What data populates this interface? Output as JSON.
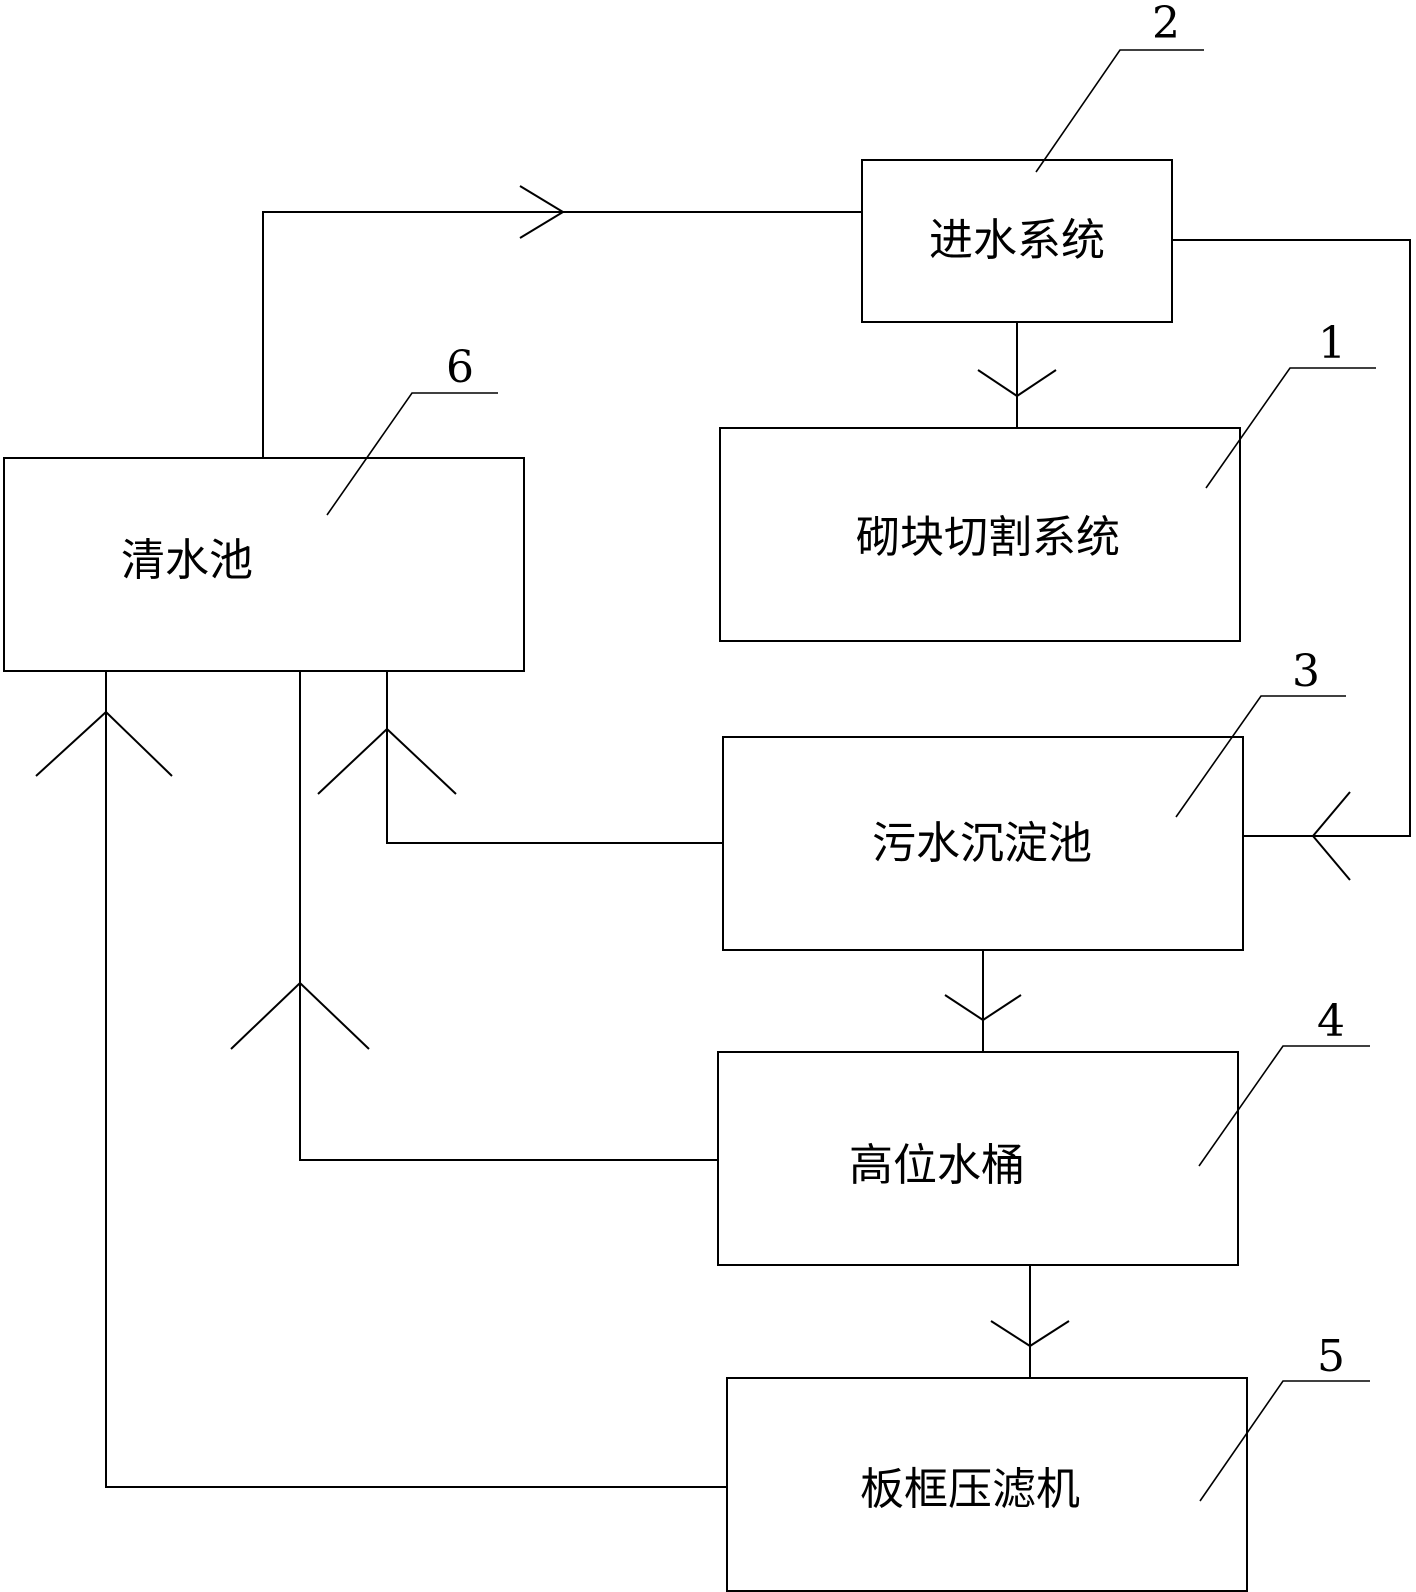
{
  "nodes": {
    "cutting": {
      "label": "砌块切割系统",
      "number": "1"
    },
    "water_inlet": {
      "label": "进水系统",
      "number": "2"
    },
    "sewage_tank": {
      "label": "污水沉淀池",
      "number": "3"
    },
    "high_bucket": {
      "label": "高位水桶",
      "number": "4"
    },
    "filter_press": {
      "label": "板框压滤机",
      "number": "5"
    },
    "clear_pool": {
      "label": "清水池",
      "number": "6"
    }
  },
  "connections": [
    {
      "from": "clear_pool",
      "to": "water_inlet"
    },
    {
      "from": "water_inlet",
      "to": "cutting"
    },
    {
      "from": "water_inlet",
      "to": "sewage_tank"
    },
    {
      "from": "sewage_tank",
      "to": "clear_pool"
    },
    {
      "from": "sewage_tank",
      "to": "high_bucket"
    },
    {
      "from": "high_bucket",
      "to": "clear_pool"
    },
    {
      "from": "high_bucket",
      "to": "filter_press"
    },
    {
      "from": "filter_press",
      "to": "clear_pool"
    }
  ]
}
